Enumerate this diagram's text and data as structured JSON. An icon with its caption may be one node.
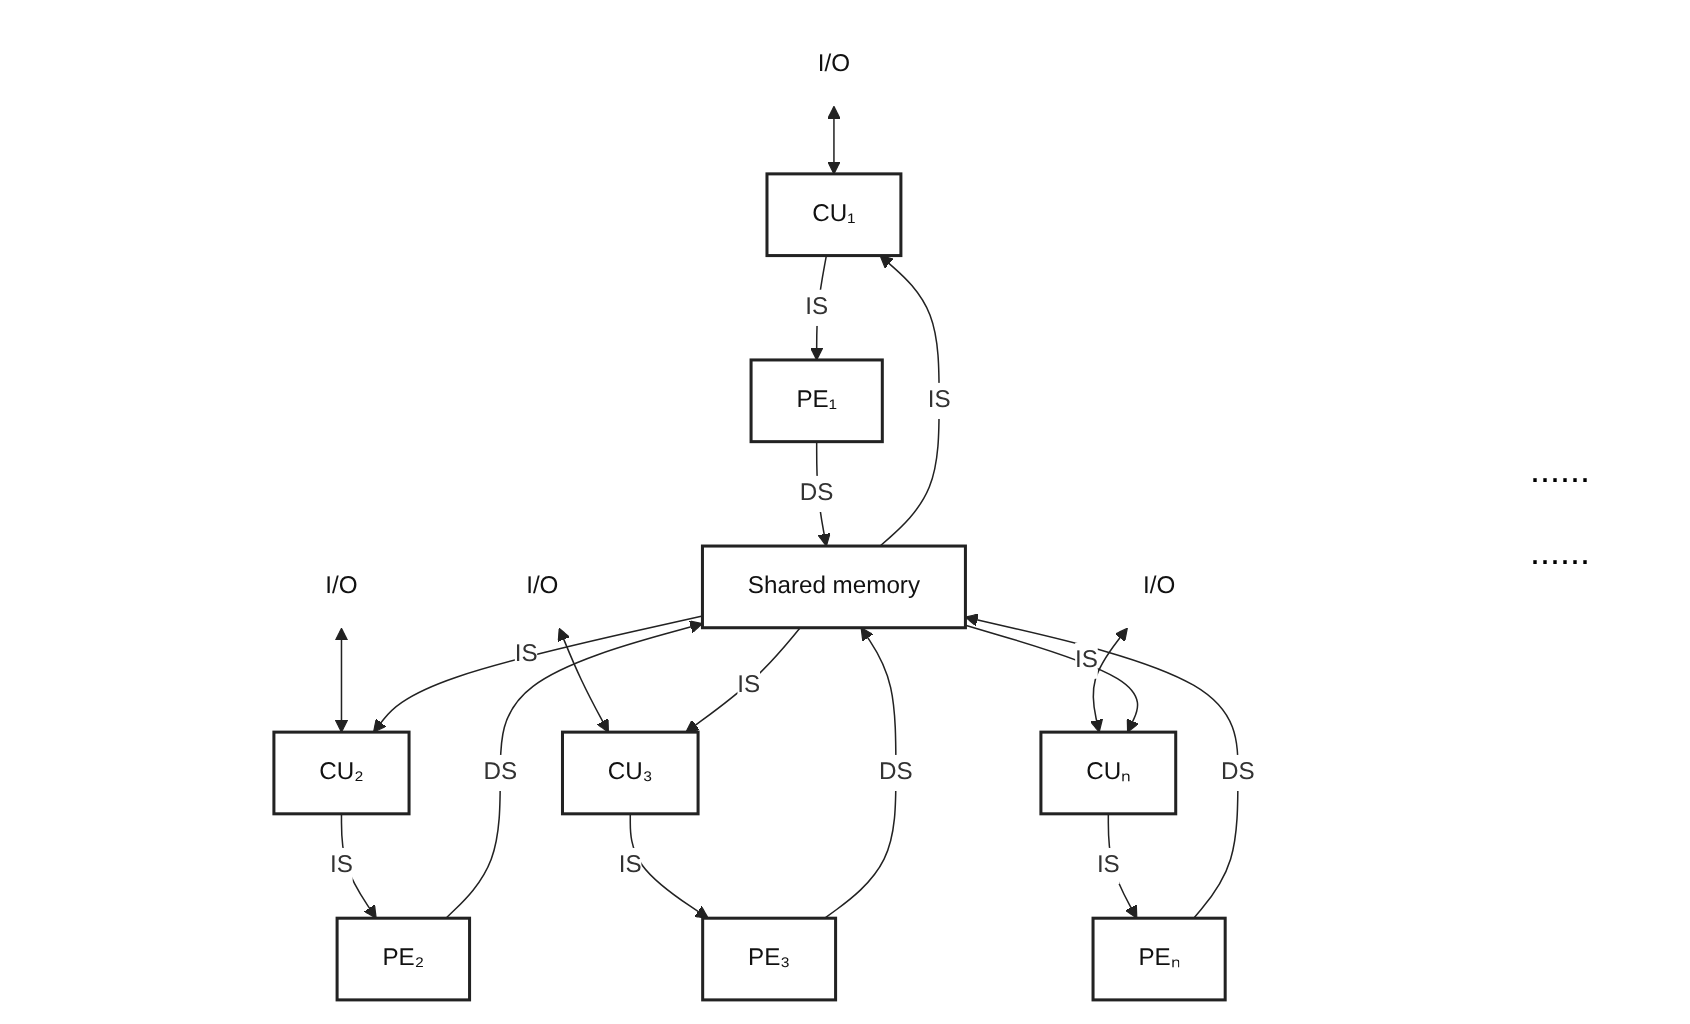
{
  "diagram": {
    "nodes": [
      {
        "text": [
          "I/O"
        ]
      },
      {
        "text": [
          "I/O"
        ]
      },
      {
        "text": [
          "I/O"
        ]
      },
      {
        "text": [
          "I/O"
        ]
      },
      {
        "text": [
          "CU₁"
        ]
      },
      {
        "text": [
          "CU₂"
        ]
      },
      {
        "text": [
          "CU₃"
        ]
      },
      {
        "text": [
          "CUₙ"
        ]
      },
      {
        "text": [
          "PE₁"
        ]
      },
      {
        "text": [
          "PE₂"
        ]
      },
      {
        "text": [
          "PE₃"
        ]
      },
      {
        "text": [
          "PEₙ"
        ]
      },
      {
        "text": [
          "Shared memory"
        ]
      }
    ],
    "edges": [
      {
        "from": 0,
        "to": 4,
        "arrow": "both"
      },
      {
        "from": 1,
        "to": 5,
        "arrow": "both"
      },
      {
        "from": 2,
        "to": 6,
        "arrow": "both"
      },
      {
        "from": 3,
        "to": 7,
        "arrow": "both"
      },
      {
        "from": 4,
        "to": 8,
        "arrow": "to",
        "label": "IS"
      },
      {
        "from": 5,
        "to": 9,
        "arrow": "to",
        "label": "IS"
      },
      {
        "from": 6,
        "to": 10,
        "arrow": "to",
        "label": "IS"
      },
      {
        "from": 7,
        "to": 11,
        "arrow": "to",
        "label": "IS"
      },
      {
        "from": 8,
        "to": 12,
        "arrow": "to",
        "label": "DS"
      },
      {
        "from": 9,
        "to": 12,
        "arrow": "to",
        "label": "DS"
      },
      {
        "from": 10,
        "to": 12,
        "arrow": "to",
        "label": "DS"
      },
      {
        "from": 11,
        "to": 12,
        "arrow": "to",
        "label": "DS"
      },
      {
        "from": 12,
        "to": 4,
        "arrow": "to",
        "label": "IS"
      },
      {
        "from": 12,
        "to": 5,
        "arrow": "to",
        "label": "IS"
      },
      {
        "from": 12,
        "to": 6,
        "arrow": "to",
        "label": "IS"
      },
      {
        "from": 12,
        "to": 7,
        "arrow": "to",
        "label": "IS"
      }
    ],
    "labels": [
      "......",
      "......"
    ]
  }
}
